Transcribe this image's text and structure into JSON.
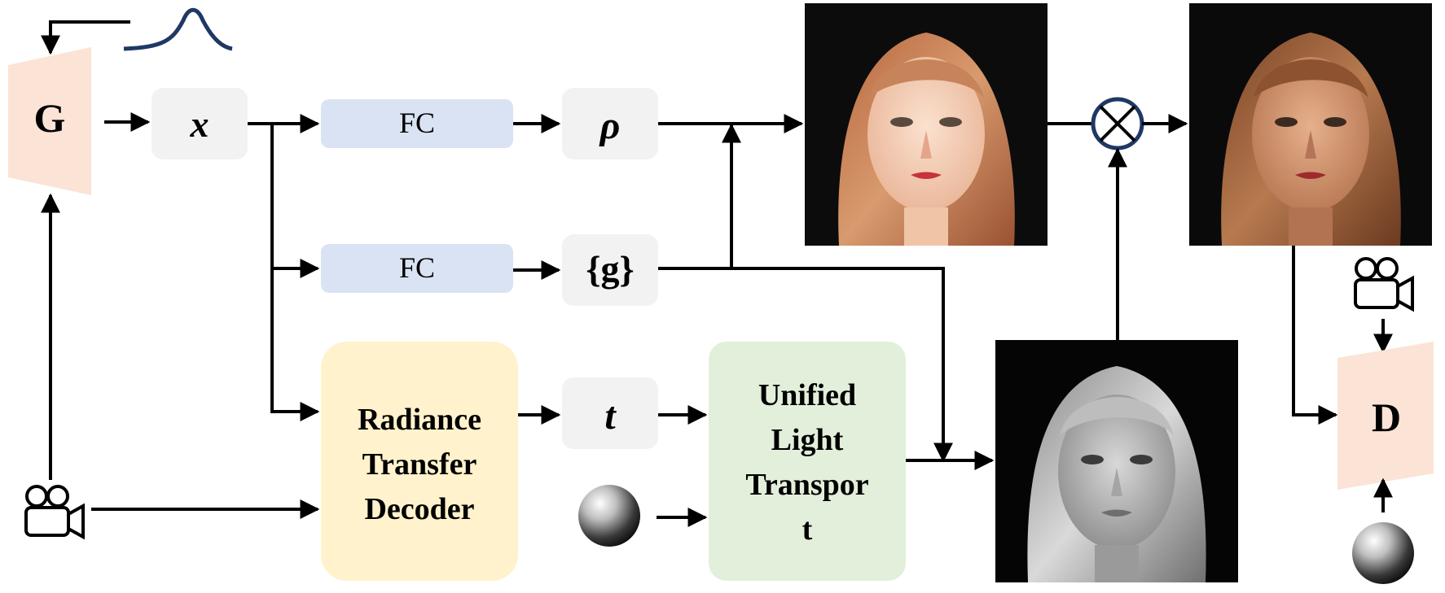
{
  "generator": {
    "label": "G"
  },
  "discriminator": {
    "label": "D"
  },
  "nodes": {
    "x": "x",
    "rho": "ρ",
    "g": "{g}",
    "t": "t",
    "fc_top": "FC",
    "fc_mid": "FC"
  },
  "radiance_decoder": {
    "lines": [
      "Radiance",
      "Transfer",
      "Decoder"
    ]
  },
  "light_transport": {
    "lines": [
      "Unified",
      "Light",
      "Transpor",
      "t"
    ]
  },
  "colors": {
    "generator_fill": "#fbe3d6",
    "fc_fill": "#dae3f3",
    "node_fill": "#f2f2f2",
    "decoder_fill": "#fff2cc",
    "transport_fill": "#e2efda",
    "gaussian_stroke": "#1f3864",
    "multiply_stroke": "#1f3864",
    "arrow": "#000000"
  },
  "icons": {
    "camera": "video-camera-icon",
    "light_sphere": "sphere-icon",
    "multiply": "multiply-circle-icon",
    "gaussian": "gaussian-curve-icon"
  },
  "images": {
    "albedo": "albedo-face-image",
    "relit": "relit-face-image",
    "shading": "shading-face-image"
  }
}
